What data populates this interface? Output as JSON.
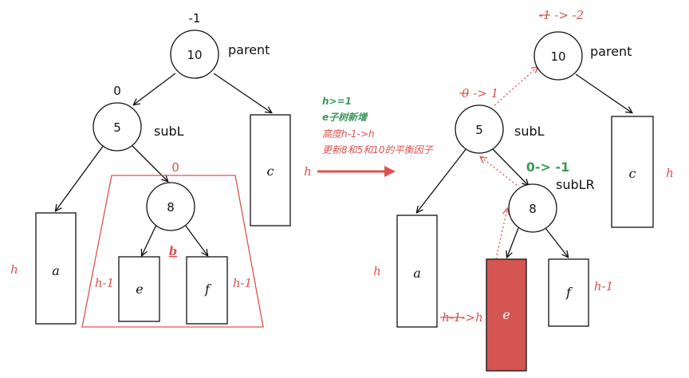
{
  "left_tree": {
    "root": {
      "value": "10",
      "label": "parent",
      "bf": "-1"
    },
    "subL": {
      "value": "5",
      "label": "subL",
      "bf": "0"
    },
    "node8": {
      "value": "8",
      "bf": "0"
    },
    "subtrees": {
      "a": "a",
      "c": "c",
      "e": "e",
      "f": "f",
      "b": "b"
    },
    "heights": {
      "a": "h",
      "c": "h",
      "e": "h-1",
      "f": "h-1"
    }
  },
  "arrow_notes": {
    "line1": "h>=1",
    "line2": "e子树新增",
    "line3": "高度h-1->h",
    "line4": "更新8和5和10的平衡因子"
  },
  "right_tree": {
    "root": {
      "value": "10",
      "label": "parent",
      "bf_change": "-1 -> -2"
    },
    "subL": {
      "value": "5",
      "label": "subL",
      "bf_change": "0 -> 1"
    },
    "subLR": {
      "value": "8",
      "label": "subLR",
      "bf_change": "0-> -1"
    },
    "subtrees": {
      "a": "a",
      "c": "c",
      "e": "e",
      "f": "f"
    },
    "heights": {
      "a": "h",
      "c": "h",
      "e": "h-1->h",
      "f": "h-1"
    }
  },
  "colors": {
    "accent_red": "#d9534f",
    "green": "#3a9a5c",
    "line": "#111111"
  }
}
